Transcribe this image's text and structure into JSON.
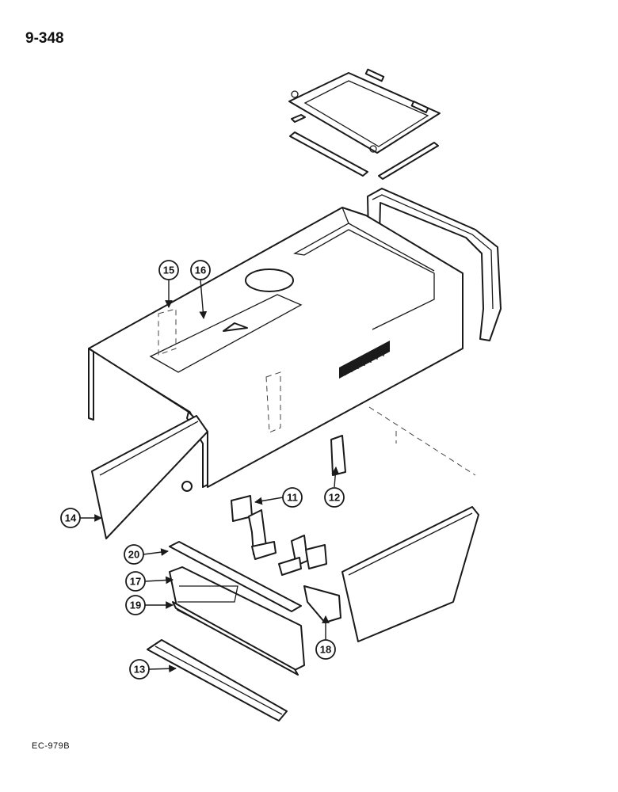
{
  "header": {
    "page_number": "9-348"
  },
  "footer": {
    "figure_code": "EC-979B"
  },
  "callouts": {
    "c11": "11",
    "c12": "12",
    "c13": "13",
    "c14": "14",
    "c15": "15",
    "c16": "16",
    "c17": "17",
    "c18": "18",
    "c19": "19",
    "c20": "20"
  }
}
